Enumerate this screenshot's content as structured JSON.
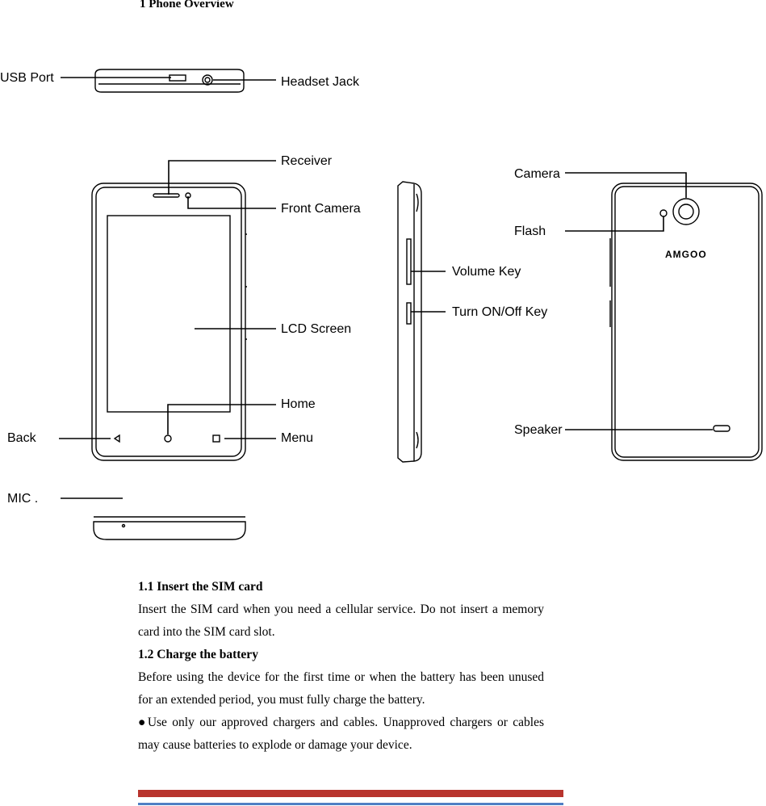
{
  "page_title": "1 Phone Overview",
  "labels": {
    "usb_port": "USB  Port",
    "headset_jack": "Headset Jack",
    "receiver": "Receiver",
    "front_camera": "Front Camera",
    "lcd_screen": "LCD Screen",
    "home": "Home",
    "menu": "Menu",
    "back": "Back",
    "mic": "MIC .",
    "camera": "Camera",
    "flash": "Flash",
    "volume_key": "Volume Key",
    "power_key": "Turn ON/Off Key",
    "speaker": "Speaker",
    "brand": "AMGOO"
  },
  "sections": {
    "s1_heading": "1.1 Insert the SIM card",
    "s1_text": "Insert the SIM card when you need a cellular service. Do not insert a memory card into the SIM card slot.",
    "s2_heading": "1.2 Charge the battery",
    "s2_text": "Before using the device for the first time or when the battery has been unused for an extended period, you must fully charge the battery.",
    "s2_bullet": "●Use only our approved chargers and cables. Unapproved chargers or cables may cause batteries to explode or damage your device."
  },
  "colors": {
    "footer_red": "#b8342d",
    "footer_blue": "#4f7fc4"
  }
}
